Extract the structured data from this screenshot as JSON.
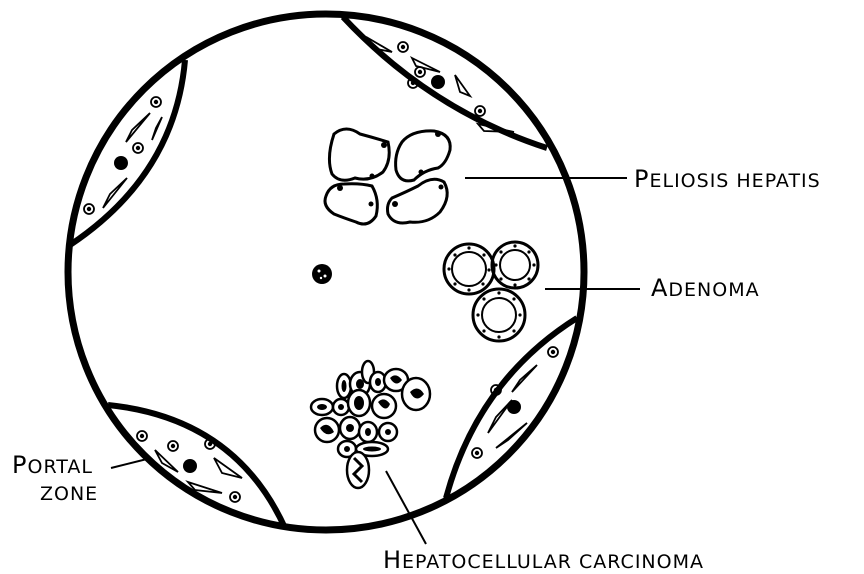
{
  "labels": {
    "peliosis": {
      "first": "P",
      "rest": "ELIOSIS HEPATIS"
    },
    "adenoma": {
      "first": "A",
      "rest": "DENOMA"
    },
    "carcinoma": {
      "first": "H",
      "rest": "EPATOCELLULAR CARCINOMA"
    },
    "portal": {
      "line1_first": "P",
      "line1_rest": "ORTAL",
      "line2": "ZONE"
    }
  },
  "colors": {
    "ink": "#000000",
    "background": "#ffffff"
  },
  "icons": [
    "central-vein-icon",
    "hepatocyte-nucleus-icon",
    "sinusoid-cell-icon"
  ]
}
